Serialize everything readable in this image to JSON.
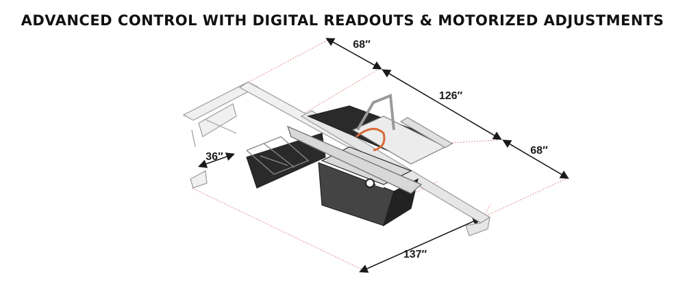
{
  "title": "ADVANCED CONTROL WITH DIGITAL READOUTS & MOTORIZED ADJUSTMENTS",
  "dimensions": {
    "top_left": "68″",
    "top_mid": "126″",
    "top_right": "68″",
    "side": "36″",
    "bottom": "137″"
  },
  "colors": {
    "dimension_line": "#1a1a1a",
    "extension_line": "#e08a8a",
    "machine_dark": "#2a2a2a",
    "machine_light": "#e6e6e6",
    "blade": "#d86a3a"
  }
}
